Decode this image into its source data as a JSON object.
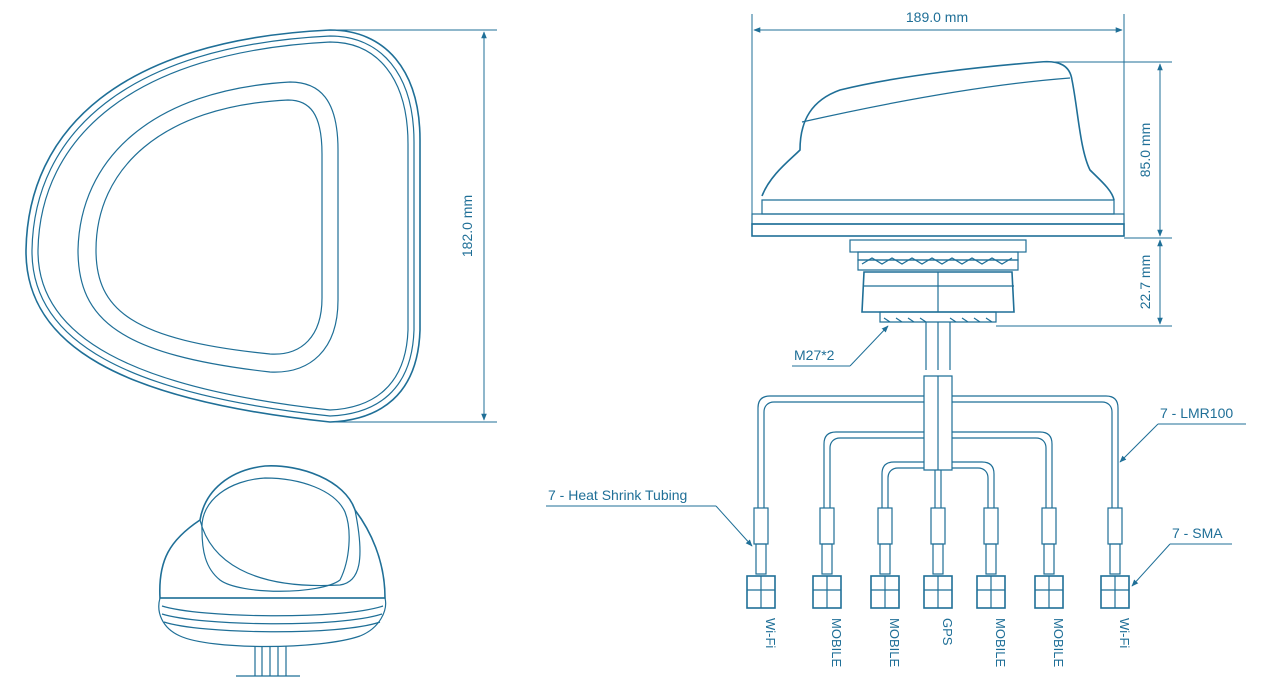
{
  "dimensions": {
    "width": "189.0 mm",
    "height_radome": "85.0 mm",
    "height_mount": "22.7 mm",
    "depth": "182.0 mm"
  },
  "callouts": {
    "thread": "M27*2",
    "cable": "7 - LMR100",
    "tubing": "7 - Heat Shrink Tubing",
    "connector": "7 - SMA"
  },
  "connectors": [
    "Wi-Fi",
    "MOBILE",
    "MOBILE",
    "GPS",
    "MOBILE",
    "MOBILE",
    "Wi-Fi"
  ],
  "colors": {
    "line": "#1f6f97"
  }
}
